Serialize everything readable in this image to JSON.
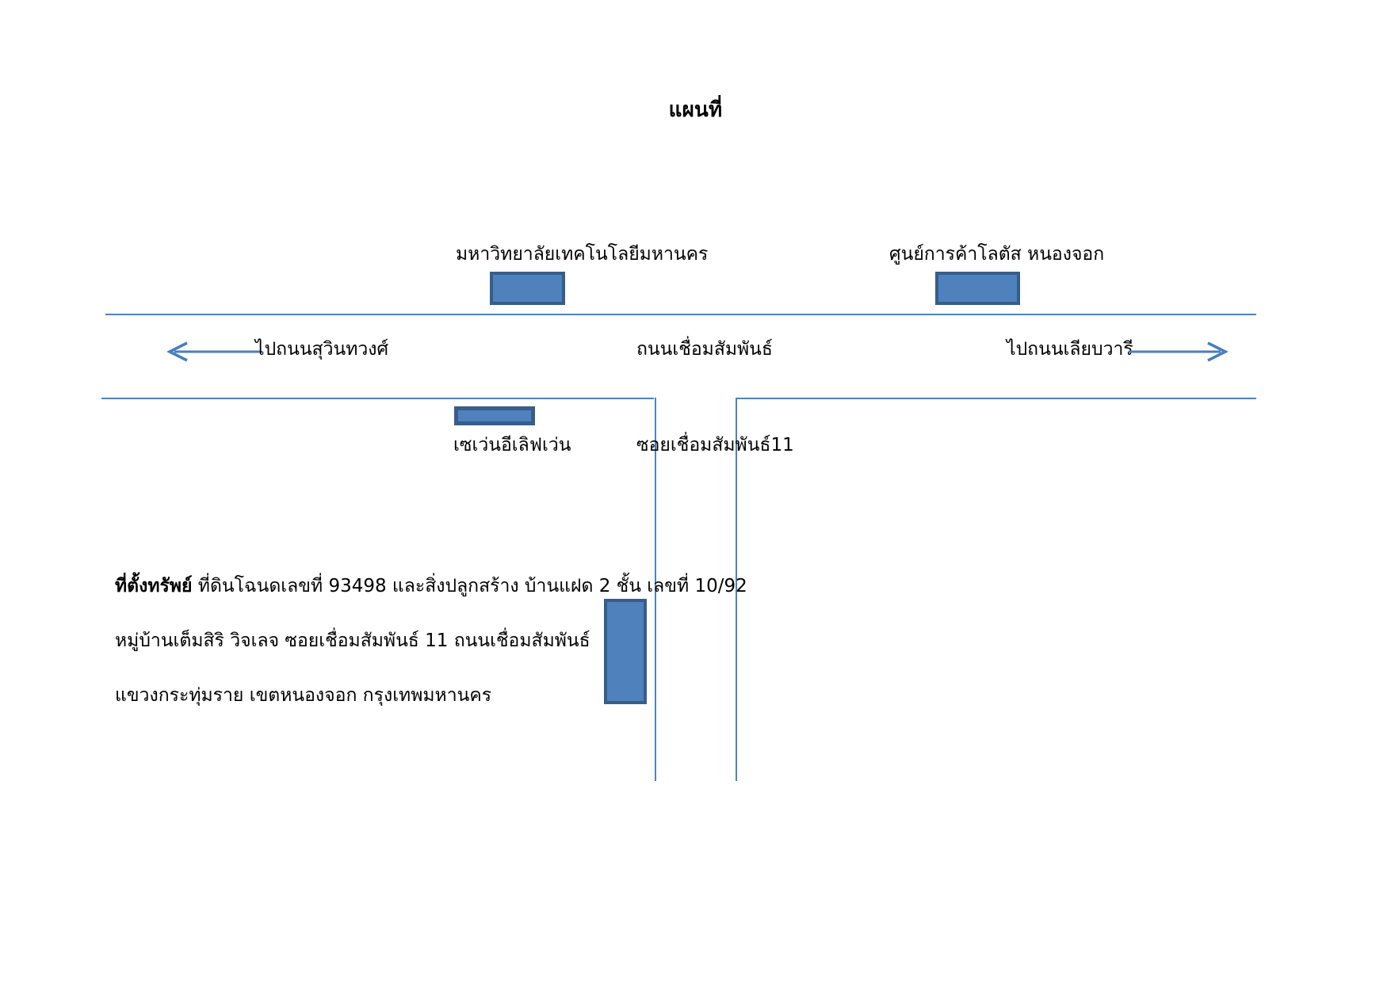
{
  "document": {
    "title": "แผนที่"
  },
  "map": {
    "landmarks": [
      {
        "id": "mahanakorn-university",
        "label": "มหาวิทยาลัยเทคโนโลยีมหานคร",
        "shape": "rectangle"
      },
      {
        "id": "lotus-nongchok",
        "label": "ศูนย์การค้าโลตัส หนองจอก",
        "shape": "rectangle"
      },
      {
        "id": "seven-eleven",
        "label": "เซเว่นอีเลิฟเว่น",
        "shape": "rectangle"
      }
    ],
    "roads": [
      {
        "id": "main-road",
        "label": "ถนนเชื่อมสัมพันธ์"
      },
      {
        "id": "soi",
        "label": "ซอยเชื่อมสัมพันธ์11"
      }
    ],
    "directions": [
      {
        "id": "to-suwinthawong",
        "label": "ไปถนนสุวินทวงศ์",
        "arrow": "left-arrow-icon"
      },
      {
        "id": "to-liabwaree",
        "label": "ไปถนนเลียบวารี",
        "arrow": "right-arrow-icon"
      }
    ],
    "property_marker": {
      "id": "subject-property",
      "shape": "rectangle"
    }
  },
  "property_description": {
    "heading": "ที่ตั้งทรัพย์",
    "line1_rest": "ที่ดินโฉนดเลขที่ 93498  และสิ่งปลูกสร้าง บ้านแฝด 2 ชั้น  เลขที่ 10/92",
    "line2": "หมู่บ้านเต็มสิริ วิจเลจ   ซอยเชื่อมสัมพันธ์ 11  ถนนเชื่อมสัมพันธ์",
    "line3": "แขวงกระทุ่มราย  เขตหนองจอก   กรุงเทพมหานคร",
    "deed_number": "93498",
    "building_type": "บ้านแฝด 2 ชั้น",
    "house_number": "10/92",
    "village": "หมู่บ้านเต็มสิริ วิจเลจ",
    "soi": "ซอยเชื่อมสัมพันธ์ 11",
    "road": "ถนนเชื่อมสัมพันธ์",
    "subdistrict": "แขวงกระทุ่มราย",
    "district": "เขตหนองจอก",
    "province": "กรุงเทพมหานคร"
  },
  "colors": {
    "box_fill": "#4f81bd",
    "box_border": "#385d8a",
    "road_line": "#4f81bd",
    "arrow": "#4a7ebb",
    "text": "#000000",
    "background": "#ffffff"
  }
}
